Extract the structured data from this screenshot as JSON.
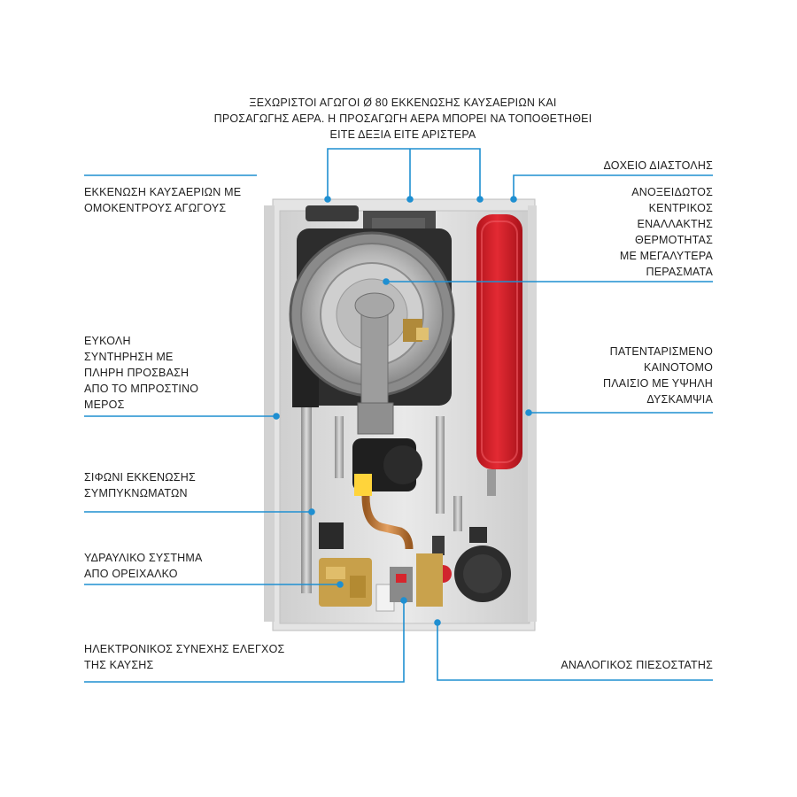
{
  "labels": {
    "top_flue": "ΞΕΧΩΡΙΣΤΟΙ ΑΓΩΓΟΙ Ø 80 ΕΚΚΕΝΩΣΗΣ ΚΑΥΣΑΕΡΙΩΝ ΚΑΙ\nΠΡΟΣΑΓΩΓΗΣ ΑΕΡΑ. Η ΠΡΟΣΑΓΩΓΗ ΑΕΡΑ ΜΠΟΡΕΙ ΝΑ ΤΟΠΟΘΕΤΗΘΕΙ\nΕΙΤΕ ΔΕΞΙΑ ΕΙΤΕ ΑΡΙΣΤΕΡΑ",
    "concentric": "ΕΚΚΕΝΩΣΗ ΚΑΥΣΑΕΡΙΩΝ ΜΕ\nΟΜΟΚΕΝΤΡΟΥΣ ΑΓΩΓΟΥΣ",
    "expansion_tank": "ΔΟΧΕΙΟ ΔΙΑΣΤΟΛΗΣ",
    "heat_exchanger": "ΑΝΟΞΕΙΔΩΤΟΣ\nΚΕΝΤΡΙΚΟΣ\nΕΝΑΛΛΑΚΤΗΣ\nΘΕΡΜΟΤΗΤΑΣ\nΜΕ ΜΕΓΑΛΥΤΕΡΑ\nΠΕΡΑΣΜΑΤΑ",
    "maintenance": "ΕΥΚΟΛΗ\nΣΥΝΤΗΡΗΣΗ ΜΕ\nΠΛΗΡΗ ΠΡΟΣΒΑΣΗ\nΑΠΟ ΤΟ ΜΠΡΟΣΤΙΝΟ\nΜΕΡΟΣ",
    "frame": "ΠΑΤΕΝΤΑΡΙΣΜΕΝΟ\nΚΑΙΝΟΤΟΜΟ\nΠΛΑΙΣΙΟ ΜΕ ΥΨΗΛΗ\nΔΥΣΚΑΜΨΙΑ",
    "siphon": "ΣΙΦΩΝΙ ΕΚΚΕΝΩΣΗΣ\nΣΥΜΠΥΚΝΩΜΑΤΩΝ",
    "hydraulic": "ΥΔΡΑΥΛΙΚΟ ΣΥΣΤΗΜΑ\nΑΠΟ ΟΡΕΙΧΑΛΚΟ",
    "electronic": "ΗΛΕΚΤΡΟΝΙΚΟΣ ΣΥΝΕΧΗΣ ΕΛΕΓΧΟΣ\nΤΗΣ ΚΑΥΣΗΣ",
    "pressure_switch": "ΑΝΑΛΟΓΙΚΟΣ ΠΙΕΣΟΣΤΑΤΗΣ"
  },
  "colors": {
    "leader": "#1f8fd1",
    "tank_red": "#d8202a",
    "casing": "#e6e6e6"
  }
}
